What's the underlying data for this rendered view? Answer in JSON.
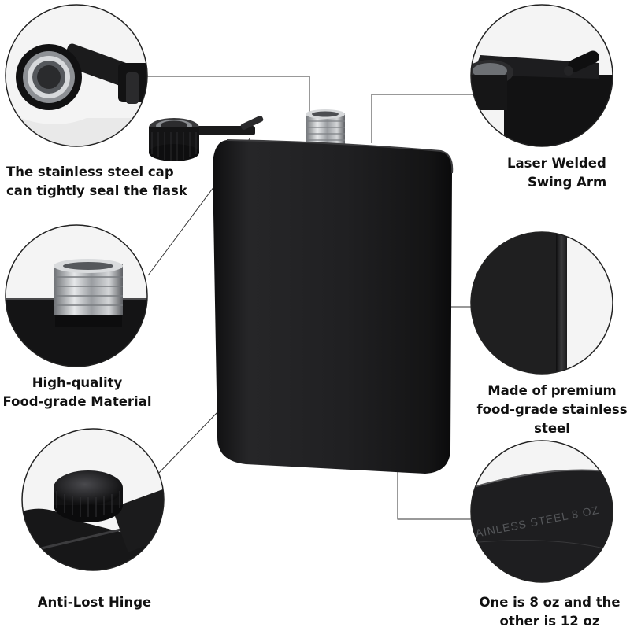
{
  "features": {
    "cap": {
      "line1": "The stainless steel cap",
      "line2": "can tightly seal the flask"
    },
    "arm": {
      "line1": "Laser Welded",
      "line2": "Swing Arm"
    },
    "material": {
      "line1": "High-quality",
      "line2": "Food-grade Material"
    },
    "steel": {
      "line1": "Made of premium",
      "line2": "food-grade stainless",
      "line3": "steel"
    },
    "hinge": {
      "line1": "Anti-Lost Hinge"
    },
    "size": {
      "line1": "One is 8 oz and the",
      "line2": "other is 12 oz"
    }
  },
  "engraving": "AINLESS STEEL 8 OZ",
  "colors": {
    "flask": "#1c1c1e",
    "steel": "#b9bcc0",
    "line": "#333333"
  }
}
